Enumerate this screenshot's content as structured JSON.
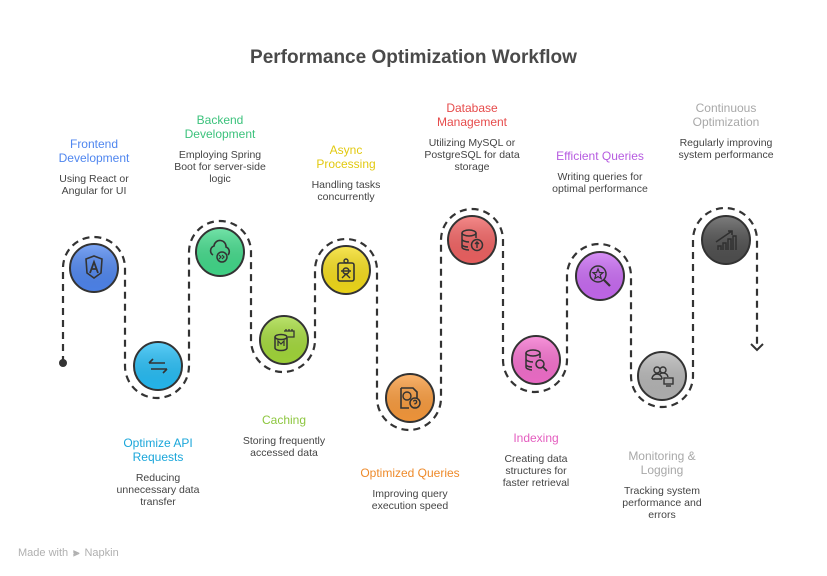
{
  "title": "Performance Optimization Workflow",
  "footer": {
    "prefix": "Made with",
    "logo_glyph": "⫸",
    "brand": "Napkin"
  },
  "steps": [
    {
      "title": "Frontend Development",
      "description": "Using React or Angular for UI",
      "color": "#4f86ef",
      "title_color": "#4f86ef",
      "icon": "angular-shield-icon",
      "position": "top"
    },
    {
      "title": "Optimize API Requests",
      "description": "Reducing unnecessary data transfer",
      "color": "#26bdf5",
      "title_color": "#1aa6da",
      "icon": "bidirectional-arrows-icon",
      "position": "bottom"
    },
    {
      "title": "Backend Development",
      "description": "Employing Spring Boot for server-side logic",
      "color": "#42d98a",
      "title_color": "#3cc27c",
      "icon": "cloud-forward-icon",
      "position": "top"
    },
    {
      "title": "Caching",
      "description": "Storing frequently accessed data",
      "color": "#a3d93a",
      "title_color": "#8dc63f",
      "icon": "database-memory-icon",
      "position": "bottom"
    },
    {
      "title": "Async Processing",
      "description": "Handling tasks concurrently",
      "color": "#f4dc1a",
      "title_color": "#e2c910",
      "icon": "clipboard-worker-icon",
      "position": "top"
    },
    {
      "title": "Optimized Queries",
      "description": "Improving query execution speed",
      "color": "#f89a3c",
      "title_color": "#ee8a2a",
      "icon": "document-clock-question-icon",
      "position": "bottom"
    },
    {
      "title": "Database Management",
      "description": "Utilizing MySQL or PostgreSQL for data storage",
      "color": "#f06262",
      "title_color": "#e64b4b",
      "icon": "database-upload-icon",
      "position": "top"
    },
    {
      "title": "Indexing",
      "description": "Creating data structures for faster retrieval",
      "color": "#f46fcd",
      "title_color": "#e45dbf",
      "icon": "database-search-icon",
      "position": "bottom"
    },
    {
      "title": "Efficient Queries",
      "description": "Writing queries for optimal performance",
      "color": "#c86af2",
      "title_color": "#b65be0",
      "icon": "search-star-icon",
      "position": "top"
    },
    {
      "title": "Monitoring & Logging",
      "description": "Tracking system performance and errors",
      "color": "#b5b5b5",
      "title_color": "#a8a8a8",
      "icon": "users-monitor-icon",
      "position": "bottom"
    },
    {
      "title": "Continuous Optimization",
      "description": "Regularly improving system performance",
      "color": "#505050",
      "title_color": "#a8a8a8",
      "icon": "growth-chart-icon",
      "position": "top"
    }
  ]
}
